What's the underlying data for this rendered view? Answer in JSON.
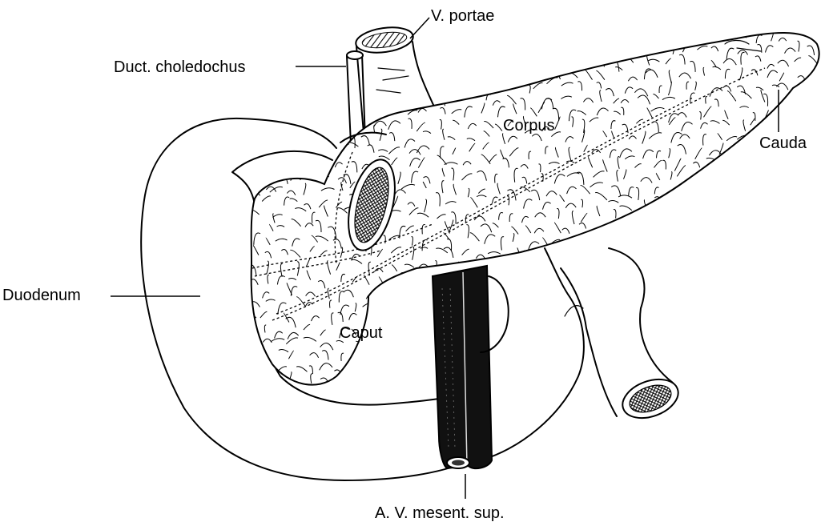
{
  "labels": {
    "portae": "V. portae",
    "choledochus": "Duct. choledochus",
    "corpus": "Corpus",
    "cauda": "Cauda",
    "duodenum": "Duodenum",
    "caput": "Caput",
    "mesent": "A. V. mesent. sup."
  },
  "colors": {
    "ink": "#000000",
    "background": "#ffffff",
    "vessel_dark": "#111111"
  }
}
